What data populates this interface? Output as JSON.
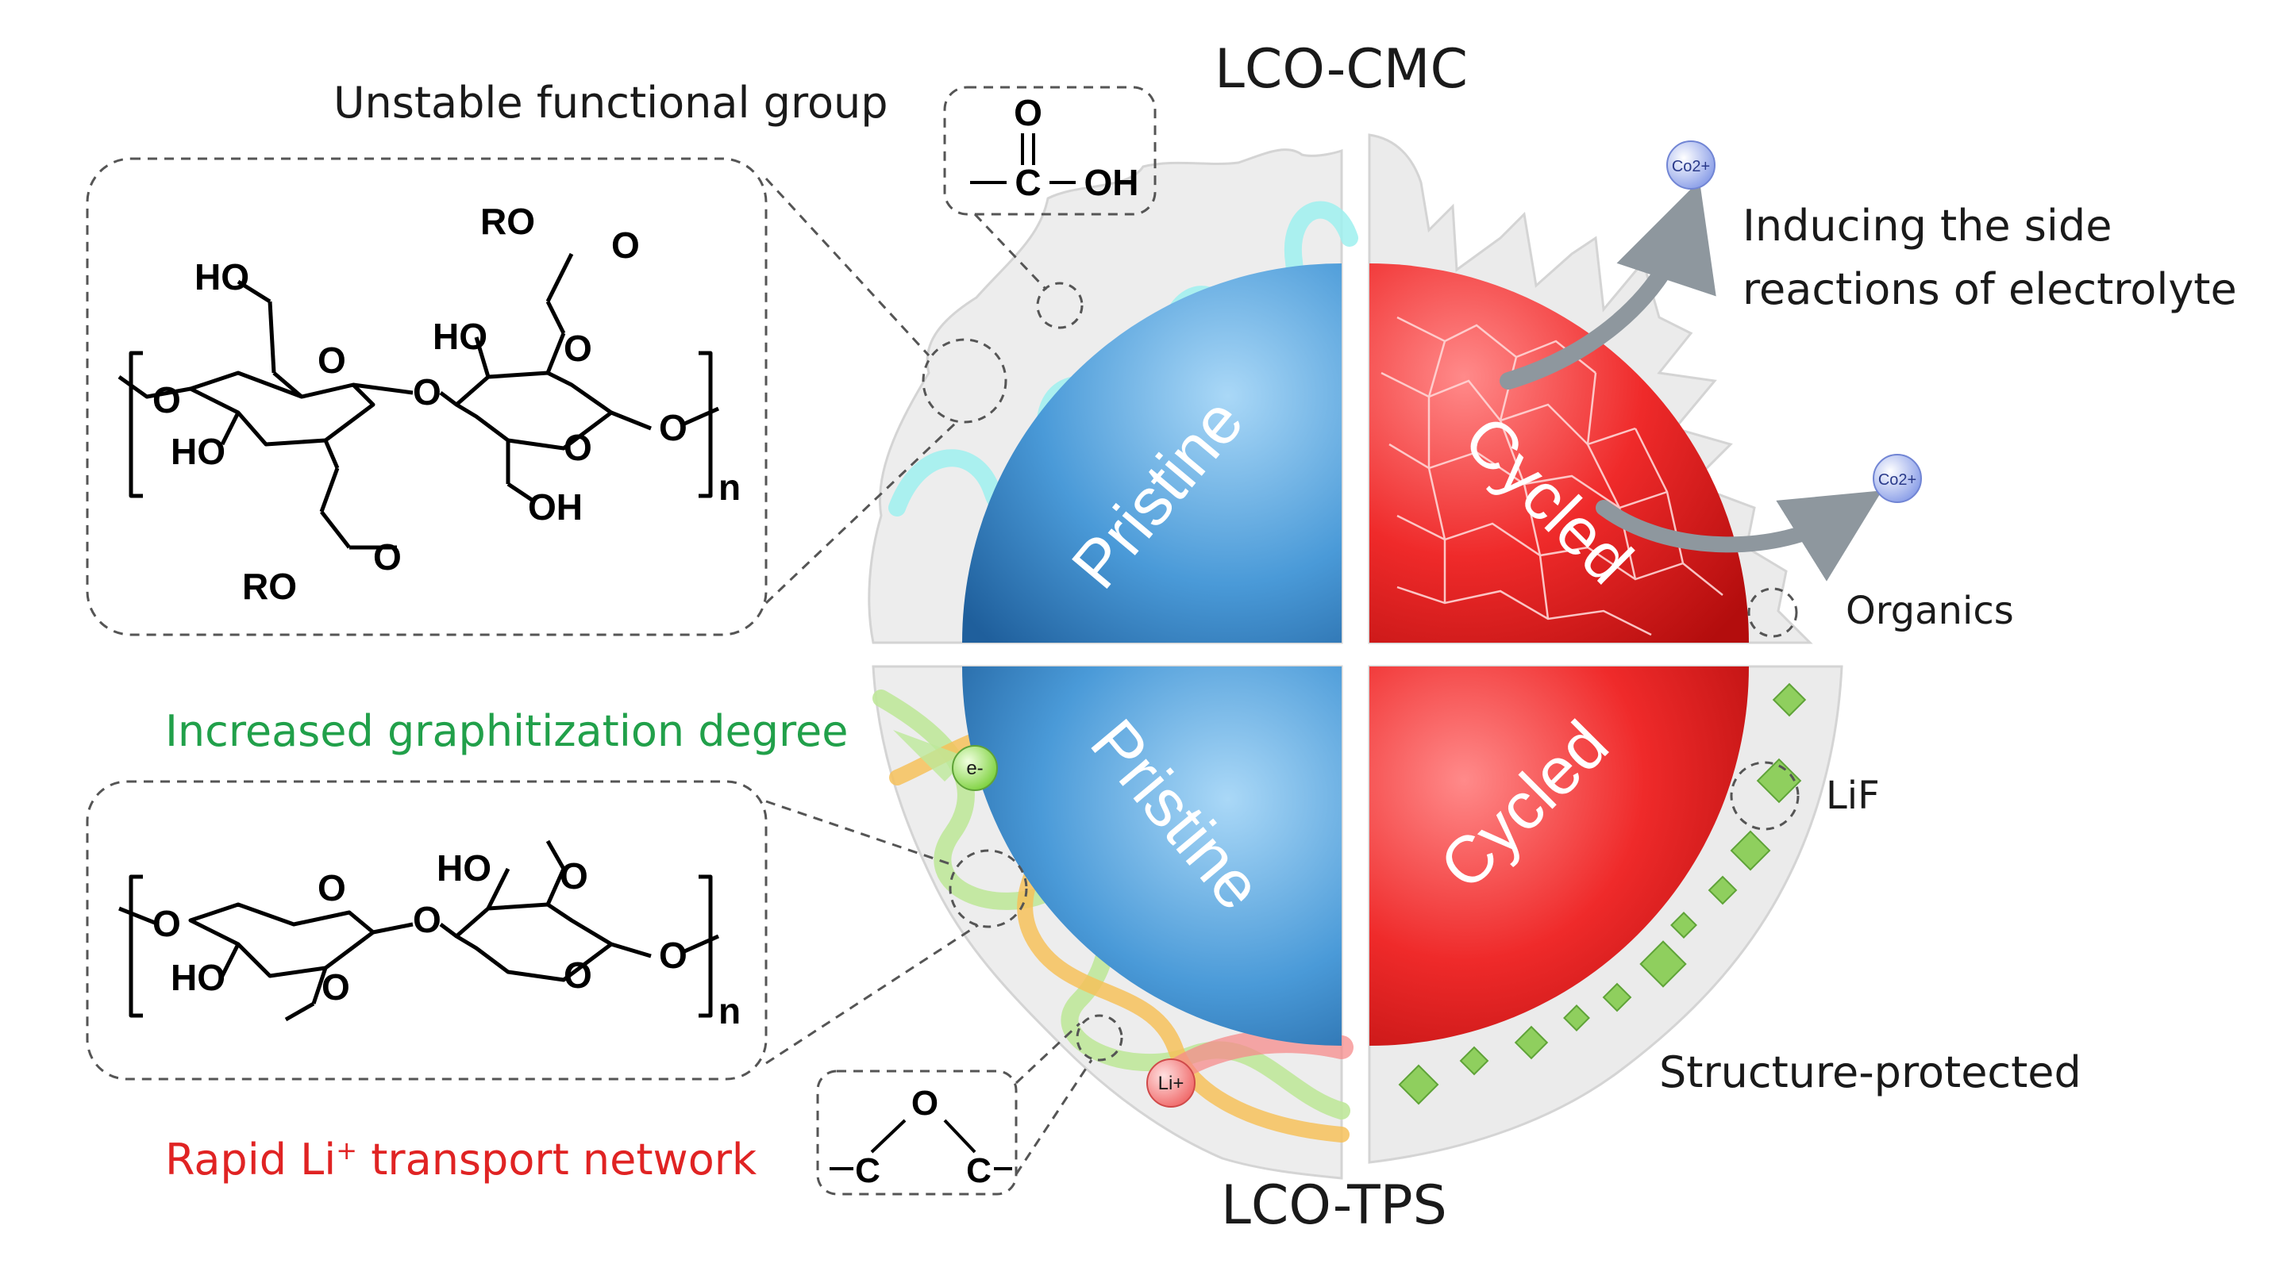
{
  "titles": {
    "top": "LCO-CMC",
    "bottom": "LCO-TPS"
  },
  "quadrants": {
    "top_left": "Pristine",
    "top_right": "Cycled",
    "bottom_left": "Pristine",
    "bottom_right": "Cycled"
  },
  "annotations": {
    "unstable_group": "Unstable functional group",
    "side_reactions_line1": "Inducing the side",
    "side_reactions_line2": "reactions of electrolyte",
    "organics": "Organics",
    "graphitization": "Increased graphitization degree",
    "lif": "LiF",
    "structure_protected": "Structure-protected",
    "li_transport_prefix": "Rapid Li",
    "li_transport_sup": "+",
    "li_transport_suffix": " transport network"
  },
  "bubbles": {
    "co_1": "Co2+",
    "co_2": "Co2+",
    "electron": "e-",
    "lithium": "Li+"
  },
  "chemistry": {
    "carboxyl": {
      "o_top": "O",
      "c": "C",
      "oh": "OH"
    },
    "ether": {
      "o": "O",
      "c_left": "C",
      "c_right": "C"
    },
    "cmc": {
      "ho_top": "HO",
      "ho_mid": "HO",
      "ho_left": "HO",
      "oh_bottom": "OH",
      "ro_top": "RO",
      "ro_bottom": "RO",
      "o": "O",
      "n": "n"
    },
    "tps": {
      "ho": "HO",
      "ho_left": "HO",
      "o": "O",
      "n": "n"
    }
  },
  "colors": {
    "pristine_blue": "#3f90d4",
    "cycled_red": "#ef2a2a",
    "coating_gray": "#e8e8e8",
    "graphitization_green": "#21a04a",
    "transport_red": "#e02323"
  }
}
